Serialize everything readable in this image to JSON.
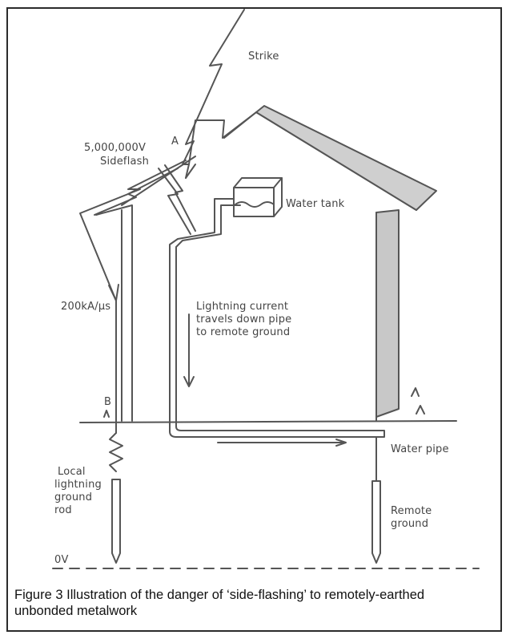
{
  "labels": {
    "strike": "Strike",
    "voltage": "5,000,000V",
    "sideflash": "Sideflash",
    "point_a": "A",
    "water_tank": "Water tank",
    "current_rate": "200kA/μs",
    "current_note_1": "Lightning current",
    "current_note_2": "travels down pipe",
    "current_note_3": "to remote ground",
    "point_b": "B",
    "local_1": "Local",
    "local_2": "lightning",
    "local_3": "ground",
    "local_4": "rod",
    "water_pipe": "Water pipe",
    "remote_1": "Remote",
    "remote_2": "ground",
    "zero_volts": "0V"
  },
  "caption": {
    "line1": "Figure 3  Illustration of the danger of ‘side-flashing’ to remotely-earthed",
    "line2": "unbonded metalwork"
  }
}
